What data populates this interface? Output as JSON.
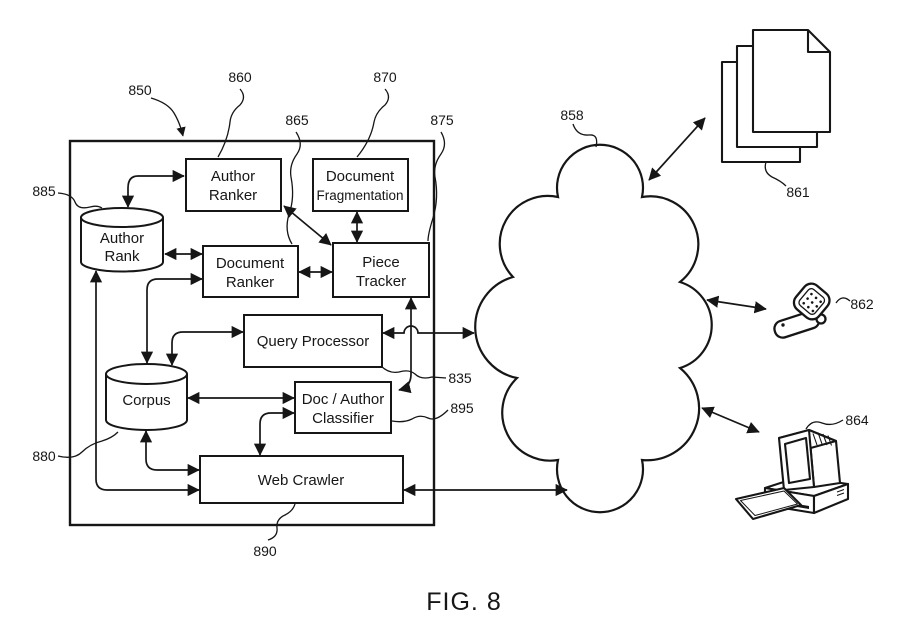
{
  "figure": {
    "caption": "FIG. 8"
  },
  "system": {
    "ref": "850"
  },
  "components": {
    "author_ranker": {
      "line1": "Author",
      "line2": "Ranker",
      "ref": "860"
    },
    "document_fragmentation": {
      "line1": "Document",
      "line2": "Fragmentation",
      "ref": "870"
    },
    "document_ranker": {
      "line1": "Document",
      "line2": "Ranker",
      "ref": "865"
    },
    "piece_tracker": {
      "line1": "Piece",
      "line2": "Tracker",
      "ref": "875"
    },
    "query_processor": {
      "label": "Query Processor",
      "ref": "835"
    },
    "doc_author_classifier": {
      "line1": "Doc / Author",
      "line2": "Classifier",
      "ref": "895"
    },
    "web_crawler": {
      "label": "Web Crawler",
      "ref": "890"
    },
    "author_rank": {
      "line1": "Author",
      "line2": "Rank",
      "ref": "885"
    },
    "corpus": {
      "label": "Corpus",
      "ref": "880"
    }
  },
  "network": {
    "ref": "858"
  },
  "devices": {
    "documents": {
      "ref": "861",
      "icon": "documents-icon"
    },
    "cell_phone": {
      "ref": "862",
      "icon": "cell-phone-icon"
    },
    "desktop_computer": {
      "ref": "864",
      "icon": "desktop-computer-icon"
    }
  },
  "colors": {
    "ink": "#161616",
    "background": "#ffffff"
  }
}
